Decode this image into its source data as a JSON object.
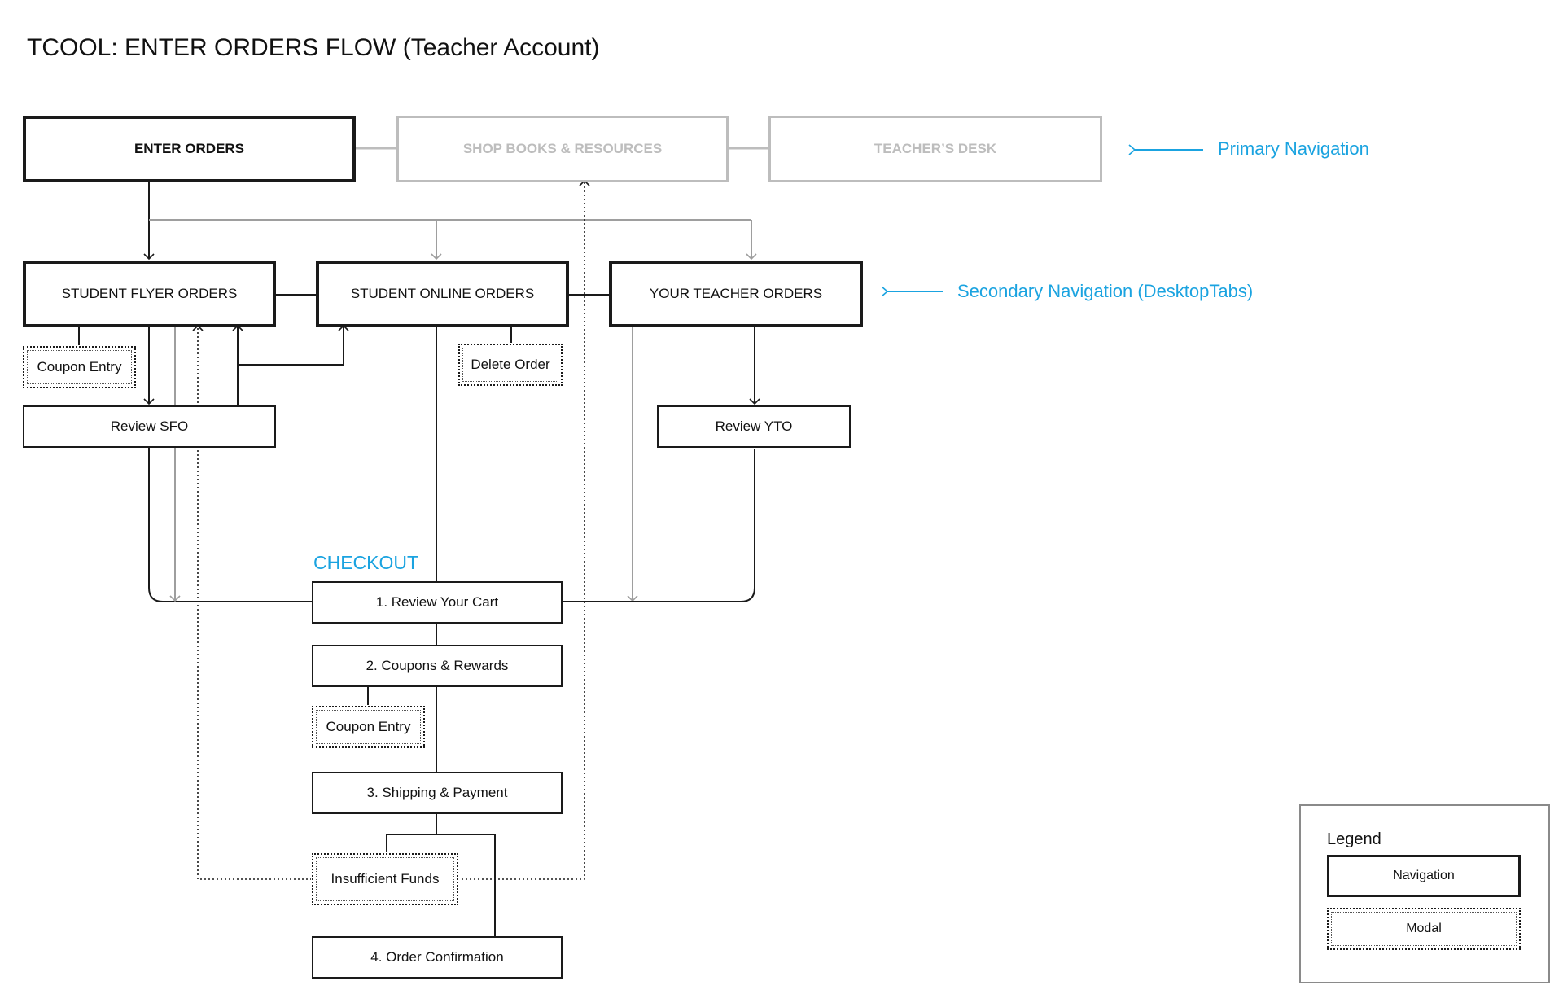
{
  "title": "TCOOL: ENTER ORDERS FLOW (Teacher Account)",
  "colors": {
    "line": "#1a1a1a",
    "inactive": "#bdbdbd",
    "accent": "#1aa3e0"
  },
  "primary_nav": {
    "enter_orders": "ENTER ORDERS",
    "shop_books": "SHOP BOOKS & RESOURCES",
    "teachers_desk": "TEACHER’S DESK"
  },
  "secondary_nav": {
    "student_flyer_orders": "STUDENT FLYER ORDERS",
    "student_online_orders": "STUDENT ONLINE ORDERS",
    "your_teacher_orders": "YOUR TEACHER ORDERS"
  },
  "pages": {
    "review_sfo": "Review SFO",
    "review_yto": "Review YTO"
  },
  "modals": {
    "coupon_entry_sfo": "Coupon Entry",
    "delete_order": "Delete Order",
    "coupon_entry_checkout": "Coupon Entry",
    "insufficient_funds": "Insufficient Funds"
  },
  "checkout": {
    "label": "CHECKOUT",
    "steps": [
      "1. Review Your Cart",
      "2. Coupons & Rewards",
      "3. Shipping & Payment",
      "4. Order Confirmation"
    ]
  },
  "annotations": {
    "primary": "Primary Navigation",
    "secondary": "Secondary Navigation (DesktopTabs)"
  },
  "legend": {
    "title": "Legend",
    "navigation": "Navigation",
    "modal": "Modal"
  }
}
